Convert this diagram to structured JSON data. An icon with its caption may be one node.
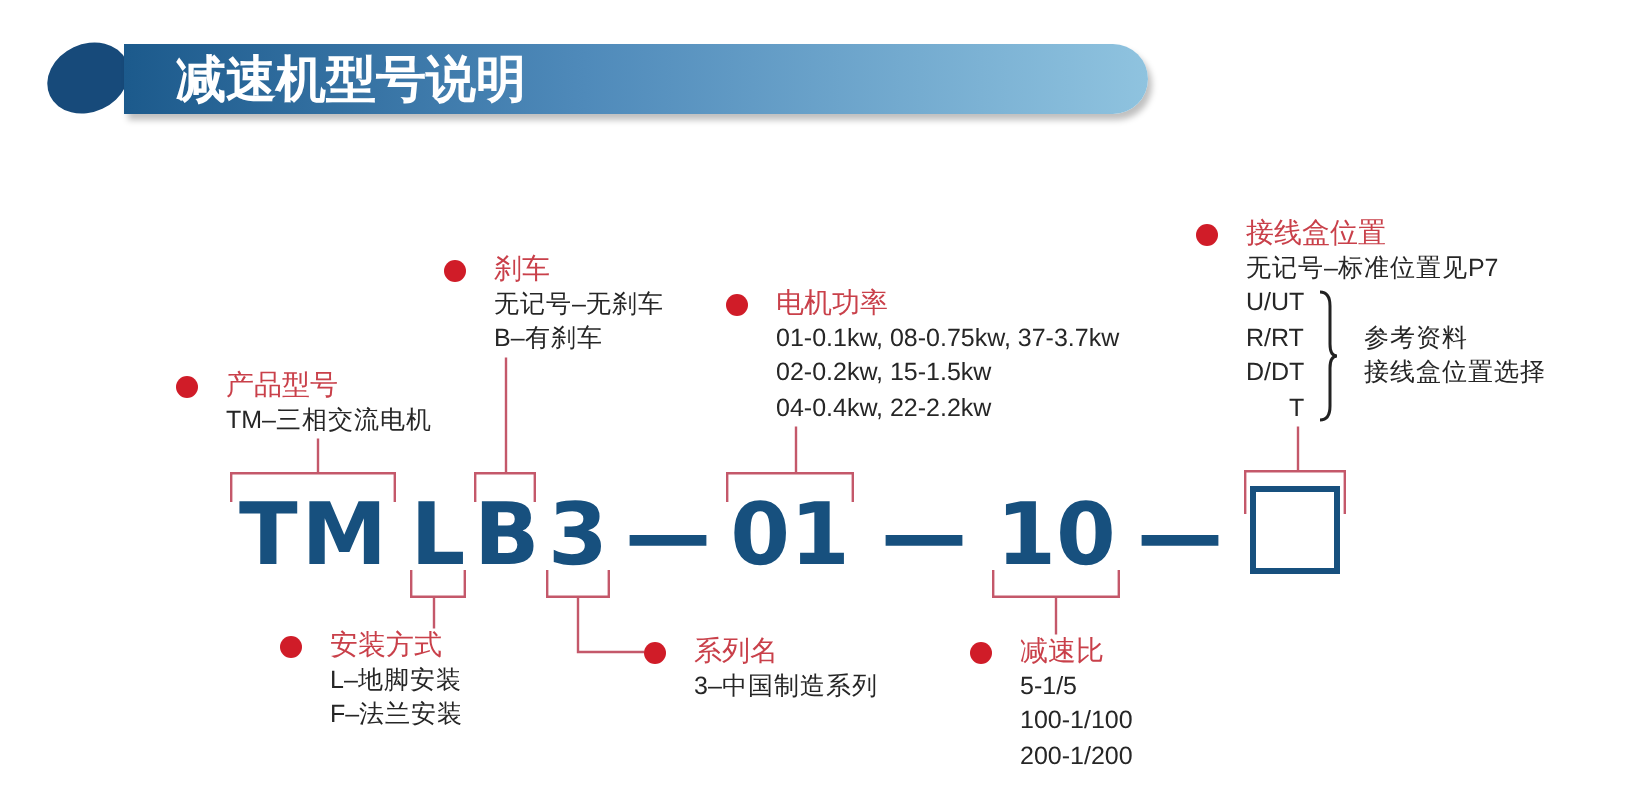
{
  "diagram": {
    "title": "减速机型号说明",
    "nodes": [
      {
        "text": [
          "产品型号",
          "TM–三相交流电机"
        ]
      },
      {
        "text": [
          "刹车",
          "无记号–无刹车",
          "B–有刹车"
        ]
      },
      {
        "text": [
          "电机功率",
          "01-0.1kw, 08-0.75kw, 37-3.7kw",
          "02-0.2kw, 15-1.5kw",
          "04-0.4kw, 22-2.2kw"
        ]
      },
      {
        "text": [
          "接线盒位置",
          "无记号–标准位置见P7",
          "U/UT",
          "R/RT",
          "D/DT",
          "T",
          "参考资料",
          "接线盒位置选择"
        ]
      },
      {
        "text": [
          "TM"
        ]
      },
      {
        "text": [
          "L"
        ]
      },
      {
        "text": [
          "B"
        ]
      },
      {
        "text": [
          "3"
        ]
      },
      {
        "text": [
          "01"
        ]
      },
      {
        "text": [
          "10"
        ]
      },
      {
        "text": [],
        "shape": "box"
      },
      {
        "text": [
          "安装方式",
          "L–地脚安装",
          "F–法兰安装"
        ]
      },
      {
        "text": [
          "系列名",
          "3–中国制造系列"
        ]
      },
      {
        "text": [
          "减速比",
          "5-1/5",
          "100-1/100",
          "200-1/200"
        ]
      }
    ],
    "edges": [
      {
        "from": 0,
        "to": 4,
        "arrow": "none"
      },
      {
        "from": 1,
        "to": 6,
        "arrow": "none"
      },
      {
        "from": 2,
        "to": 8,
        "arrow": "none"
      },
      {
        "from": 3,
        "to": 10,
        "arrow": "none"
      },
      {
        "from": 11,
        "to": 5,
        "arrow": "none"
      },
      {
        "from": 12,
        "to": 7,
        "arrow": "none"
      },
      {
        "from": 13,
        "to": 9,
        "arrow": "none"
      }
    ],
    "labels": [
      "—",
      "—",
      "—"
    ]
  }
}
